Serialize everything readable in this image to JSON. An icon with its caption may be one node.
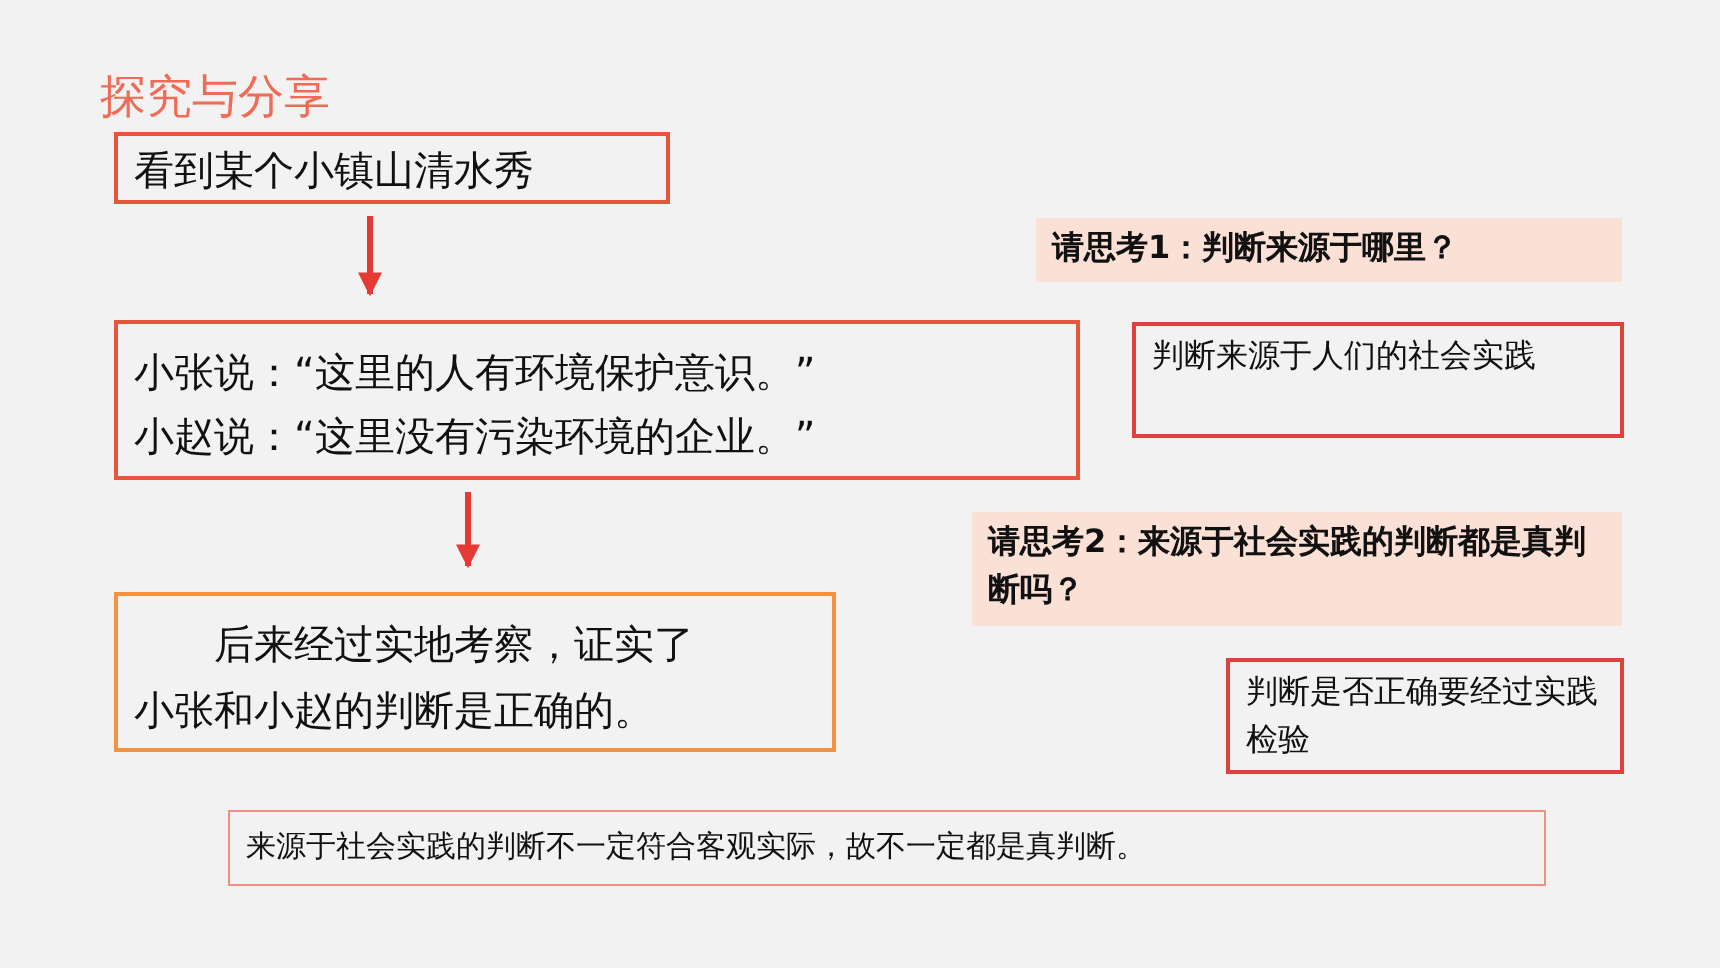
{
  "diagram": {
    "title": "探究与分享",
    "nodes": [
      {
        "text": [
          "看到某个小镇山清水秀"
        ]
      },
      {
        "text": [
          "小张说：“这里的人有环境保护意识。”",
          "小赵说：“这里没有污染环境的企业。”"
        ]
      },
      {
        "text": [
          "后来经过实地考察，证实了小张和小赵的判断是正确的。"
        ]
      },
      {
        "text": [
          "请思考1：判断来源于哪里？"
        ]
      },
      {
        "text": [
          "判断来源于人们的社会实践"
        ]
      },
      {
        "text": [
          "请思考2：来源于社会实践的判断都是真判断吗？"
        ]
      },
      {
        "text": [
          "判断是否正确要经过实践检验"
        ]
      },
      {
        "text": [
          "来源于社会实践的判断不一定符合客观实际，故不一定都是真判断。"
        ]
      }
    ],
    "edges": [
      {
        "from": 0,
        "to": 1,
        "arrow": "to"
      },
      {
        "from": 1,
        "to": 2,
        "arrow": "to"
      }
    ]
  }
}
